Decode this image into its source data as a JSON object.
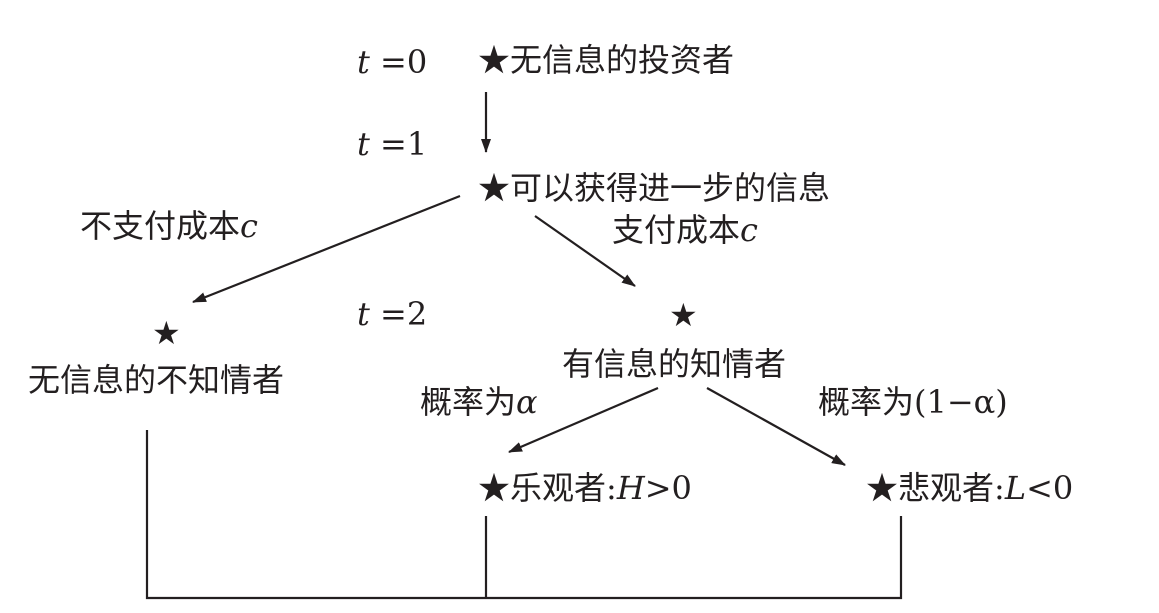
{
  "time_labels": [
    {
      "var": "t",
      "eq": "=0"
    },
    {
      "var": "t",
      "eq": "=1"
    },
    {
      "var": "t",
      "eq": "=2"
    }
  ],
  "star": "★",
  "nodes": {
    "root": "无信息的投资者",
    "choice": "可以获得进一步的信息",
    "uninformed": "无信息的不知情者",
    "informed": "有信息的知情者",
    "optimist": {
      "text": "乐观者:",
      "var": "H",
      "cond": ">0"
    },
    "pessimist": {
      "text": "悲观者:",
      "var": "L",
      "cond": "<0"
    }
  },
  "edges": {
    "no_pay": {
      "text": "不支付成本",
      "var": "c"
    },
    "pay": {
      "text": "支付成本",
      "var": "c"
    },
    "prob_alpha": {
      "text": "概率为",
      "var": "α"
    },
    "prob_one_minus_alpha": {
      "text": "概率为(1−α)"
    }
  },
  "colors": {
    "ink": "#231f20",
    "background": "#ffffff"
  }
}
